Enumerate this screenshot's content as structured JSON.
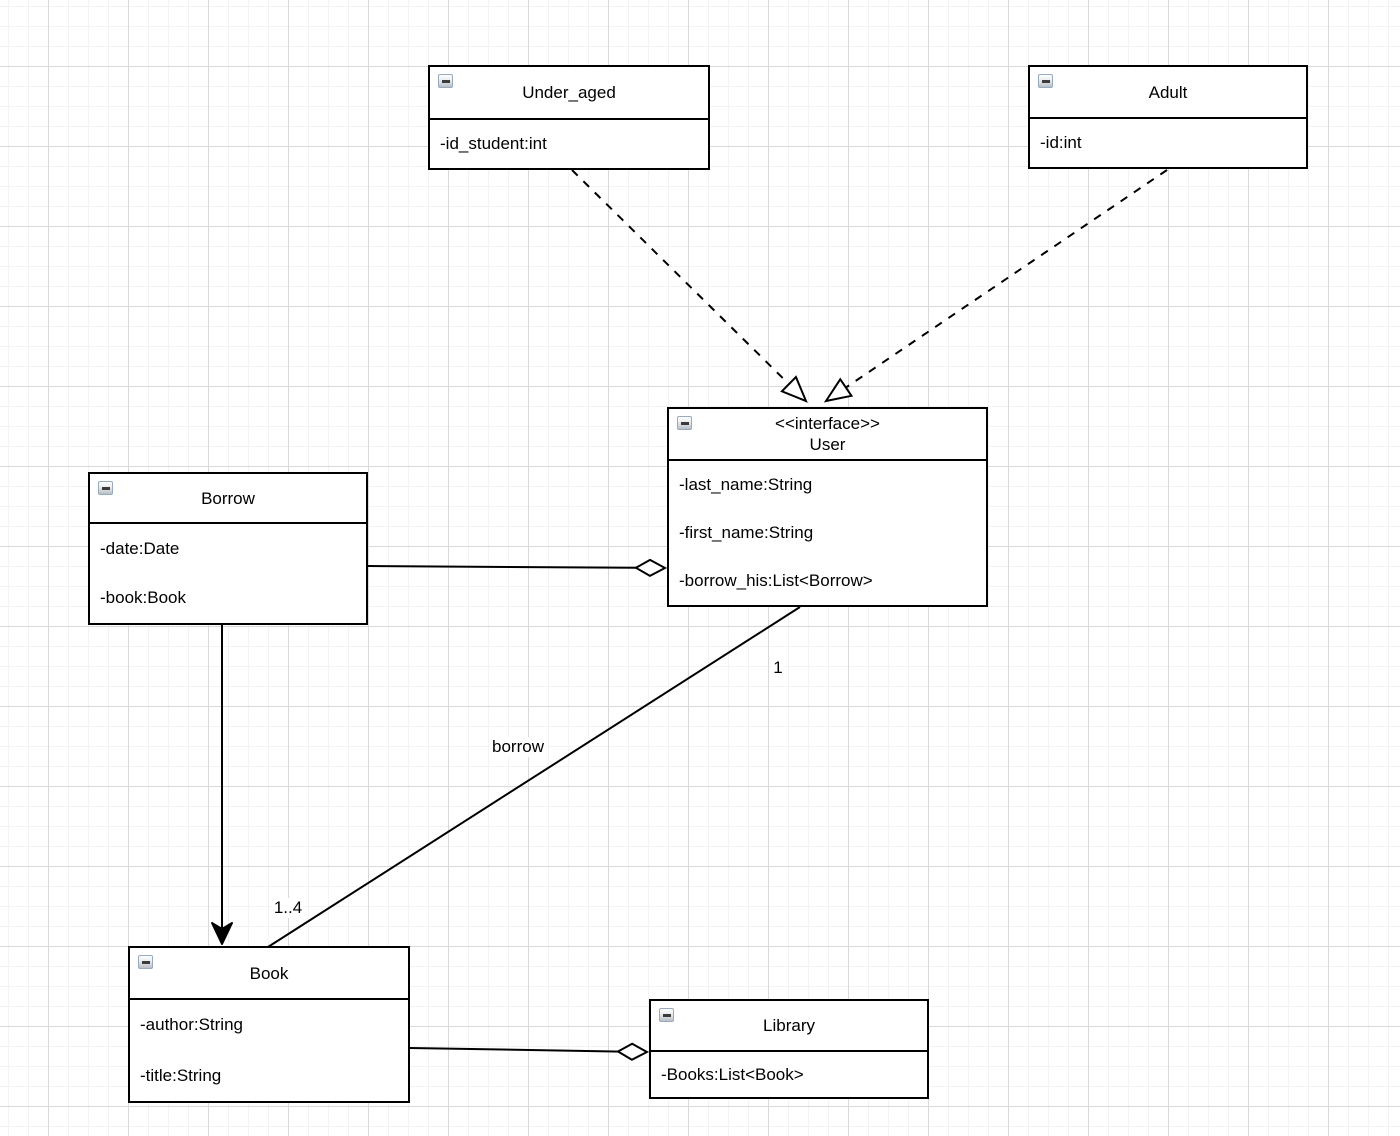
{
  "diagram": {
    "classes": [
      {
        "name": "Under_aged",
        "attributes": [
          "-id_student:int"
        ]
      },
      {
        "name": "Adult",
        "attributes": [
          "-id:int"
        ]
      },
      {
        "name": "User",
        "stereotype": "<<interface>>",
        "attributes": [
          "-last_name:String",
          "-first_name:String",
          "-borrow_his:List<Borrow>"
        ]
      },
      {
        "name": "Borrow",
        "attributes": [
          "-date:Date",
          "-book:Book"
        ]
      },
      {
        "name": "Book",
        "attributes": [
          "-author:String",
          "-title:String"
        ]
      },
      {
        "name": "Library",
        "attributes": [
          "-Books:List<Book>"
        ]
      }
    ],
    "edges": [
      {
        "from": "Under_aged",
        "to": "User",
        "type": "realization"
      },
      {
        "from": "Adult",
        "to": "User",
        "type": "realization"
      },
      {
        "from": "Borrow",
        "to": "User",
        "type": "aggregation"
      },
      {
        "from": "Borrow",
        "to": "Book",
        "type": "directed-association"
      },
      {
        "from": "User",
        "to": "Book",
        "type": "association",
        "label": "borrow",
        "multiplicity_source": "1",
        "multiplicity_target": "1..4"
      },
      {
        "from": "Book",
        "to": "Library",
        "type": "aggregation"
      }
    ],
    "icons": {
      "collapse": "collapse-minus-icon"
    },
    "colors": {
      "line": "#000000",
      "box_fill": "#ffffff",
      "grid_minor": "#f3f3f3",
      "grid_major": "#d9d9d9"
    }
  }
}
